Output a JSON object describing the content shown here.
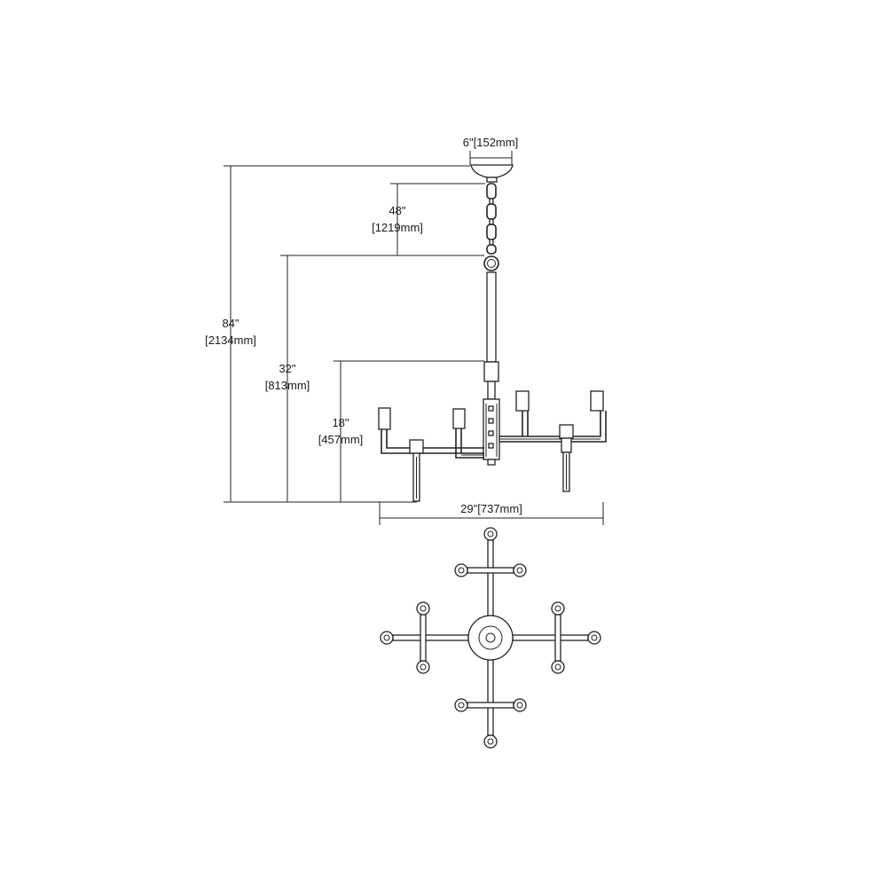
{
  "dimensions": {
    "canopy_width": "6\"[152mm]",
    "chain_length_in": "48\"",
    "chain_length_mm": "[1219mm]",
    "overall_max_in": "84\"",
    "overall_max_mm": "[2134mm]",
    "overall_min_in": "32\"",
    "overall_min_mm": "[813mm]",
    "body_height_in": "18\"",
    "body_height_mm": "[457mm]",
    "body_width": "29\"[737mm]"
  },
  "colors": {
    "line": "#222222",
    "background": "#ffffff"
  }
}
